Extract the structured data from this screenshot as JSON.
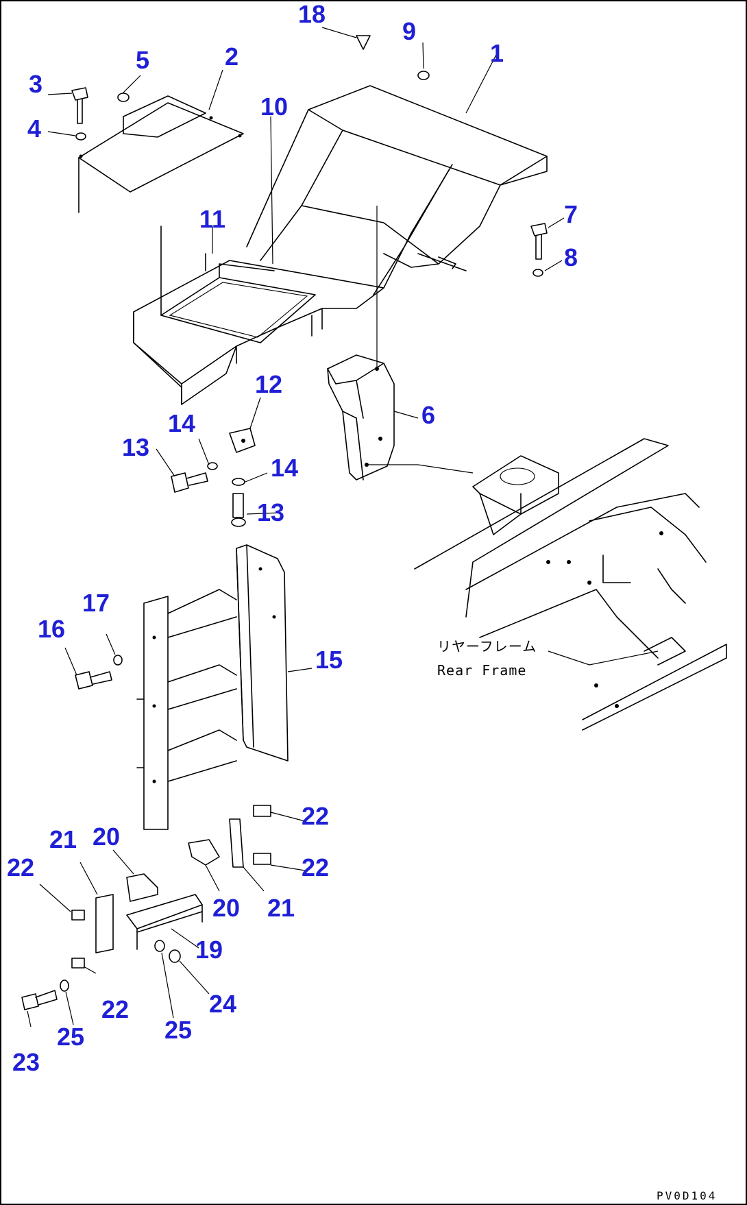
{
  "diagram": {
    "drawing_number": "PV0D104",
    "rear_frame_label_jp": "リヤーフレーム",
    "rear_frame_label_en": "Rear Frame",
    "callouts": [
      {
        "id": "c1",
        "label": "1"
      },
      {
        "id": "c2",
        "label": "2"
      },
      {
        "id": "c3",
        "label": "3"
      },
      {
        "id": "c4",
        "label": "4"
      },
      {
        "id": "c5",
        "label": "5"
      },
      {
        "id": "c6",
        "label": "6"
      },
      {
        "id": "c7",
        "label": "7"
      },
      {
        "id": "c8",
        "label": "8"
      },
      {
        "id": "c9",
        "label": "9"
      },
      {
        "id": "c10",
        "label": "10"
      },
      {
        "id": "c11",
        "label": "11"
      },
      {
        "id": "c12",
        "label": "12"
      },
      {
        "id": "c13a",
        "label": "13"
      },
      {
        "id": "c13b",
        "label": "13"
      },
      {
        "id": "c14a",
        "label": "14"
      },
      {
        "id": "c14b",
        "label": "14"
      },
      {
        "id": "c15",
        "label": "15"
      },
      {
        "id": "c16",
        "label": "16"
      },
      {
        "id": "c17",
        "label": "17"
      },
      {
        "id": "c18",
        "label": "18"
      },
      {
        "id": "c19",
        "label": "19"
      },
      {
        "id": "c20a",
        "label": "20"
      },
      {
        "id": "c20b",
        "label": "20"
      },
      {
        "id": "c21a",
        "label": "21"
      },
      {
        "id": "c21b",
        "label": "21"
      },
      {
        "id": "c22a",
        "label": "22"
      },
      {
        "id": "c22b",
        "label": "22"
      },
      {
        "id": "c22c",
        "label": "22"
      },
      {
        "id": "c22d",
        "label": "22"
      },
      {
        "id": "c23",
        "label": "23"
      },
      {
        "id": "c24",
        "label": "24"
      },
      {
        "id": "c25a",
        "label": "25"
      },
      {
        "id": "c25b",
        "label": "25"
      }
    ]
  }
}
